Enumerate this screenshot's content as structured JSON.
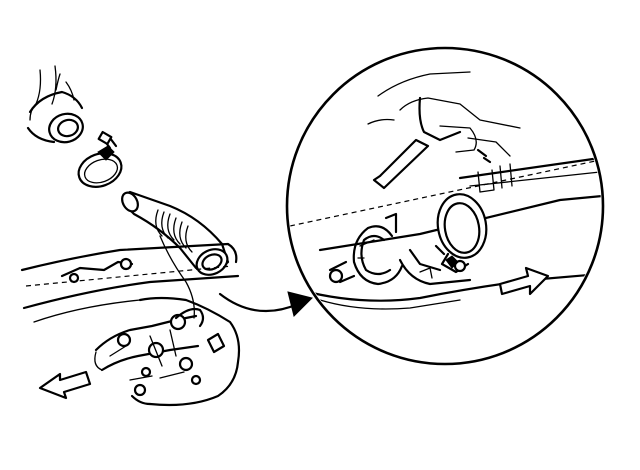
{
  "diagram": {
    "kind": "exploded-view line illustration",
    "colors": {
      "ink": "#000000",
      "paper": "#ffffff"
    },
    "parts": [
      {
        "id": "elbow-pipe-stub",
        "icon": "pipe-elbow"
      },
      {
        "id": "hose-clamp-upper",
        "icon": "hose-clamp"
      },
      {
        "id": "corrugated-hose",
        "icon": "corrugated-tube"
      },
      {
        "id": "engine-block",
        "icon": "engine-outline"
      },
      {
        "id": "detail-circle",
        "icon": "magnifier-circle"
      },
      {
        "id": "detail-clamp-open",
        "icon": "open-ring-clamp"
      },
      {
        "id": "detail-clamp-closed",
        "icon": "hose-clamp"
      },
      {
        "id": "front-arrow-left",
        "icon": "hollow-arrow-left"
      },
      {
        "id": "front-arrow-right",
        "icon": "hollow-arrow-right"
      },
      {
        "id": "callout-arrow",
        "icon": "curved-arrow"
      }
    ]
  }
}
